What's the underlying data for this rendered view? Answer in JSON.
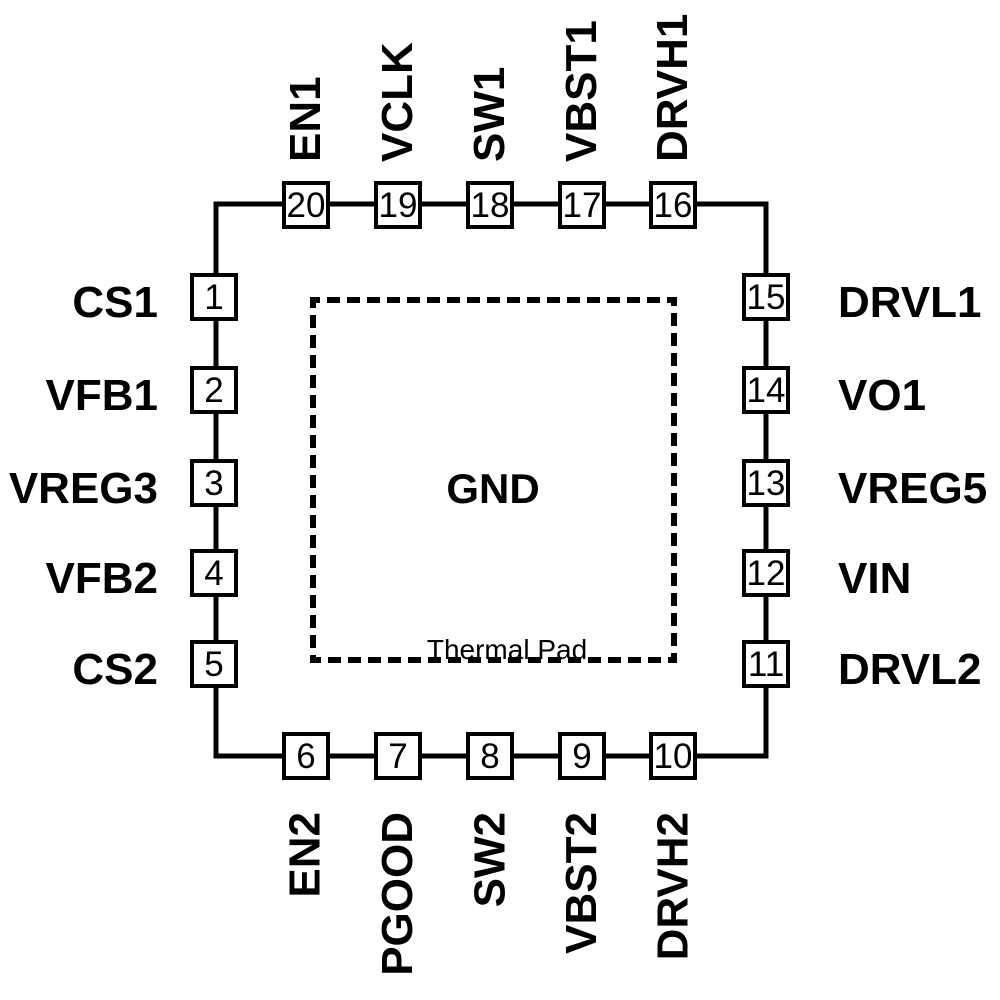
{
  "package": {
    "center_label": "GND",
    "thermal_pad_caption": "Thermal Pad"
  },
  "pins": {
    "top": [
      {
        "number": "20",
        "name": "EN1"
      },
      {
        "number": "19",
        "name": "VCLK"
      },
      {
        "number": "18",
        "name": "SW1"
      },
      {
        "number": "17",
        "name": "VBST1"
      },
      {
        "number": "16",
        "name": "DRVH1"
      }
    ],
    "right": [
      {
        "number": "15",
        "name": "DRVL1"
      },
      {
        "number": "14",
        "name": "VO1"
      },
      {
        "number": "13",
        "name": "VREG5"
      },
      {
        "number": "12",
        "name": "VIN"
      },
      {
        "number": "11",
        "name": "DRVL2"
      }
    ],
    "bottom": [
      {
        "number": "6",
        "name": "EN2"
      },
      {
        "number": "7",
        "name": "PGOOD"
      },
      {
        "number": "8",
        "name": "SW2"
      },
      {
        "number": "9",
        "name": "VBST2"
      },
      {
        "number": "10",
        "name": "DRVH2"
      }
    ],
    "left": [
      {
        "number": "1",
        "name": "CS1"
      },
      {
        "number": "2",
        "name": "VFB1"
      },
      {
        "number": "3",
        "name": "VREG3"
      },
      {
        "number": "4",
        "name": "VFB2"
      },
      {
        "number": "5",
        "name": "CS2"
      }
    ]
  },
  "colors": {
    "line": "#000000",
    "text": "#000000",
    "background": "#ffffff",
    "pin_box_fill": "#ffffff"
  }
}
